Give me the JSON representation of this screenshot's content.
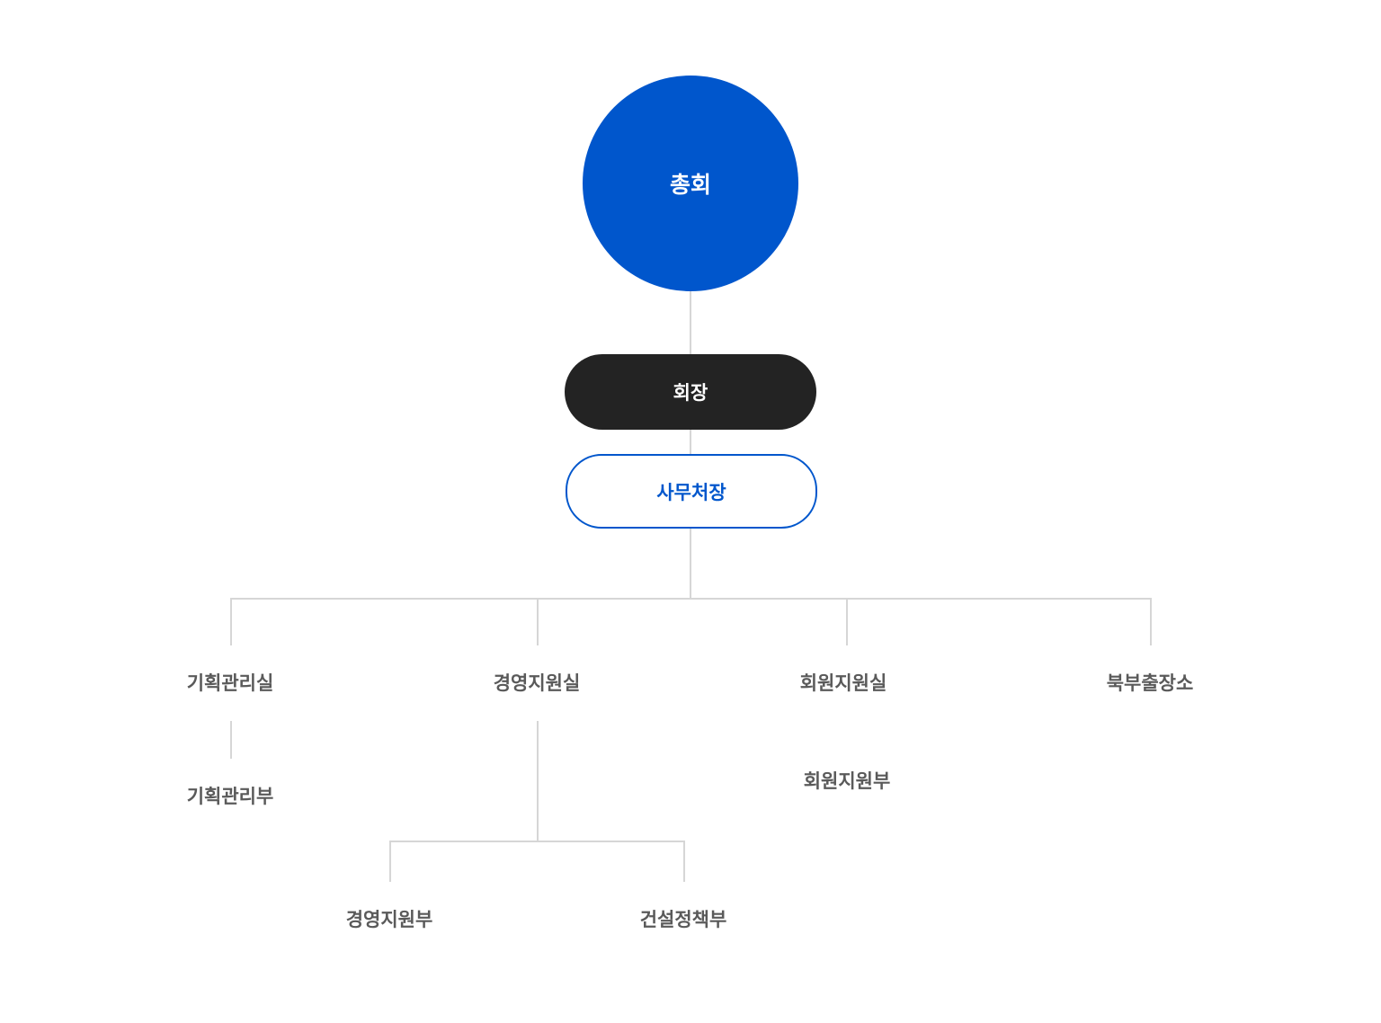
{
  "org_chart": {
    "general_assembly": "총회",
    "president": "회장",
    "secretary_general": "사무처장",
    "offices": [
      {
        "name": "기획관리실",
        "departments": [
          "기획관리부"
        ]
      },
      {
        "name": "경영지원실",
        "departments": [
          "경영지원부",
          "건설정책부"
        ]
      },
      {
        "name": "회원지원실",
        "departments": [
          "회원지원부"
        ]
      },
      {
        "name": "북부출장소",
        "departments": []
      }
    ]
  },
  "colors": {
    "primary_blue": "#0056cc",
    "dark_pill": "#232323",
    "connector": "#d6d6d6",
    "label_text": "#5a5a5a"
  }
}
